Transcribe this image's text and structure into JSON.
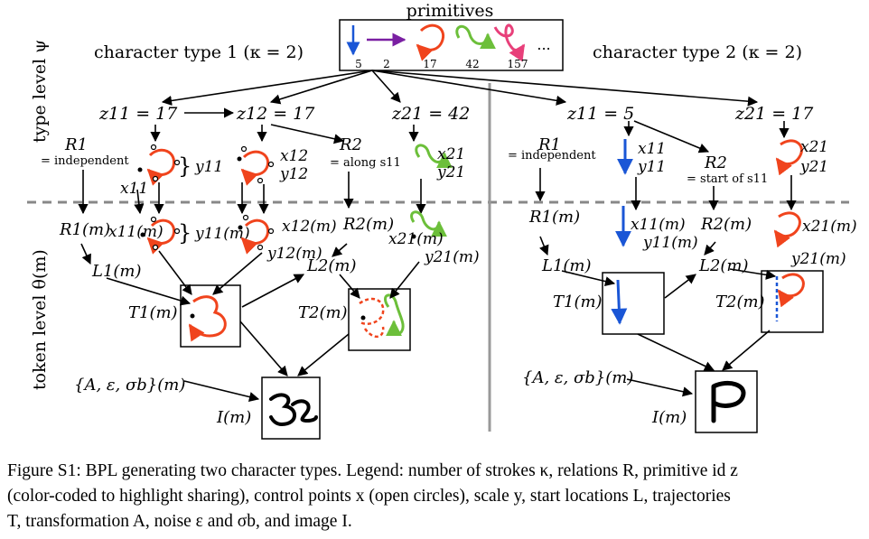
{
  "header": {
    "primitives_label": "primitives"
  },
  "primitive_ids": [
    "5",
    "2",
    "17",
    "42",
    "157"
  ],
  "primitive_ellipsis": "...",
  "char_types": [
    {
      "label": "character type 1 (κ = 2)"
    },
    {
      "label": "character type 2 (κ = 2)"
    }
  ],
  "levels": {
    "type": "type level ψ",
    "token": "token level θ(m)"
  },
  "type1": {
    "z11": "z11 = 17",
    "z12": "z12 = 17",
    "z21": "z21 = 42",
    "R1": "R1",
    "R1_val": "= independent",
    "R2": "R2",
    "R2_val": "= along s11",
    "x11": "x11",
    "y11": "y11",
    "x12": "x12",
    "y12": "y12",
    "x21": "x21",
    "y21": "y21",
    "R1m": "R1(m)",
    "x11m": "x11(m)",
    "y11m": "y11(m)",
    "x12m": "x12(m)",
    "y12m": "y12(m)",
    "R2m": "R2(m)",
    "x21m": "x21(m)",
    "y21m": "y21(m)",
    "L1m": "L1(m)",
    "L2m": "L2(m)",
    "T1m": "T1(m)",
    "T2m": "T2(m)",
    "Aeps": "{A, ε, σb}(m)",
    "Im": "I(m)"
  },
  "type2": {
    "z11": "z11 = 5",
    "z21": "z21 = 17",
    "R1": "R1",
    "R1_val": "= independent",
    "R2": "R2",
    "R2_val": "= start of s11",
    "x11": "x11",
    "y11": "y11",
    "x21": "x21",
    "y21": "y21",
    "R1m": "R1(m)",
    "x11m": "x11(m)",
    "y11m": "y11(m)",
    "R2m": "R2(m)",
    "x21m": "x21(m)",
    "y21m": "y21(m)",
    "L1m": "L1(m)",
    "L2m": "L2(m)",
    "T1m": "T1(m)",
    "T2m": "T2(m)",
    "Aeps": "{A, ε, σb}(m)",
    "Im": "I(m)"
  },
  "caption": {
    "line1": "Figure S1: BPL generating two character types. Legend: number of strokes κ, relations R, primitive id z",
    "line2": "(color-coded to highlight sharing), control points x (open circles), scale y, start locations L, trajectories",
    "line3": "T, transformation A, noise ε and σb, and image I."
  },
  "colors": {
    "blue": "#1a56d6",
    "purple": "#7a1fa2",
    "red": "#f0441d",
    "green": "#6cbf3a",
    "pink": "#e8407a"
  }
}
